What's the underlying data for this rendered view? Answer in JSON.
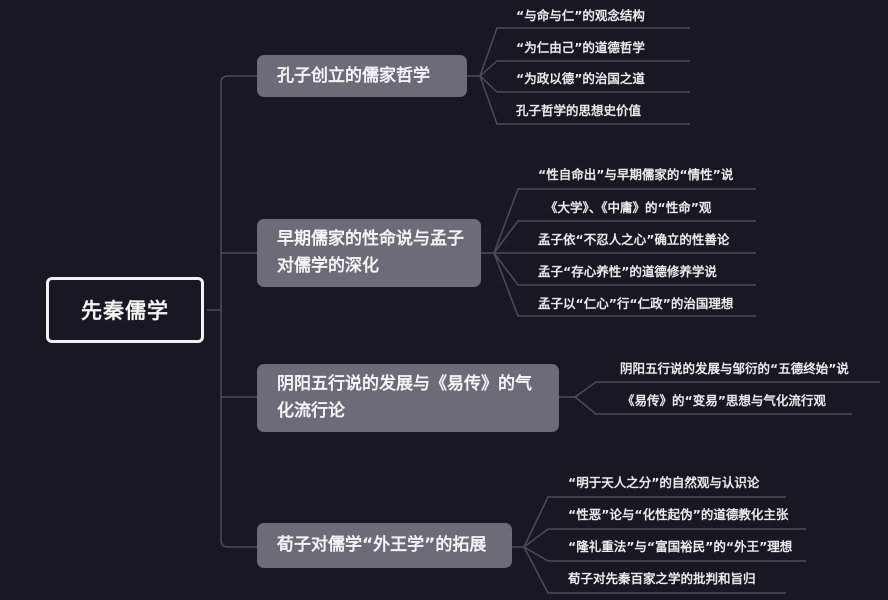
{
  "mindmap": {
    "root": {
      "label": "先秦儒学"
    },
    "topics": [
      {
        "label": "孔子创立的儒家哲学",
        "children": [
          "“与命与仁”的观念结构",
          "“为仁由己”的道德哲学",
          "“为政以德”的治国之道",
          "孔子哲学的思想史价值"
        ]
      },
      {
        "label": "早期儒家的性命说与孟子对儒学的深化",
        "children": [
          "“性自命出”与早期儒家的“情性”说",
          "《大学》、《中庸》的“性命”观",
          "孟子依“不忍人之心”确立的性善论",
          "孟子“存心养性”的道德修养学说",
          "孟子以“仁心”行“仁政”的治国理想"
        ]
      },
      {
        "label": "阴阳五行说的发展与《易传》的气化流行论",
        "children": [
          "阴阳五行说的发展与邹衍的“五德终始”说",
          "《易传》的“变易”思想与气化流行观"
        ]
      },
      {
        "label": "荀子对儒学“外王学”的拓展",
        "children": [
          "“明于天人之分”的自然观与认识论",
          "“性恶”论与“化性起伪”的道德教化主张",
          "“隆礼重法”与“富国裕民”的“外王”理想",
          "荀子对先秦百家之学的批判和旨归"
        ]
      }
    ]
  },
  "colors": {
    "background": "#171821",
    "topic_fill": "#6b6c78",
    "root_border": "#f2f2f2",
    "connector": "#4a4c58",
    "text": "#f4f4f6"
  }
}
